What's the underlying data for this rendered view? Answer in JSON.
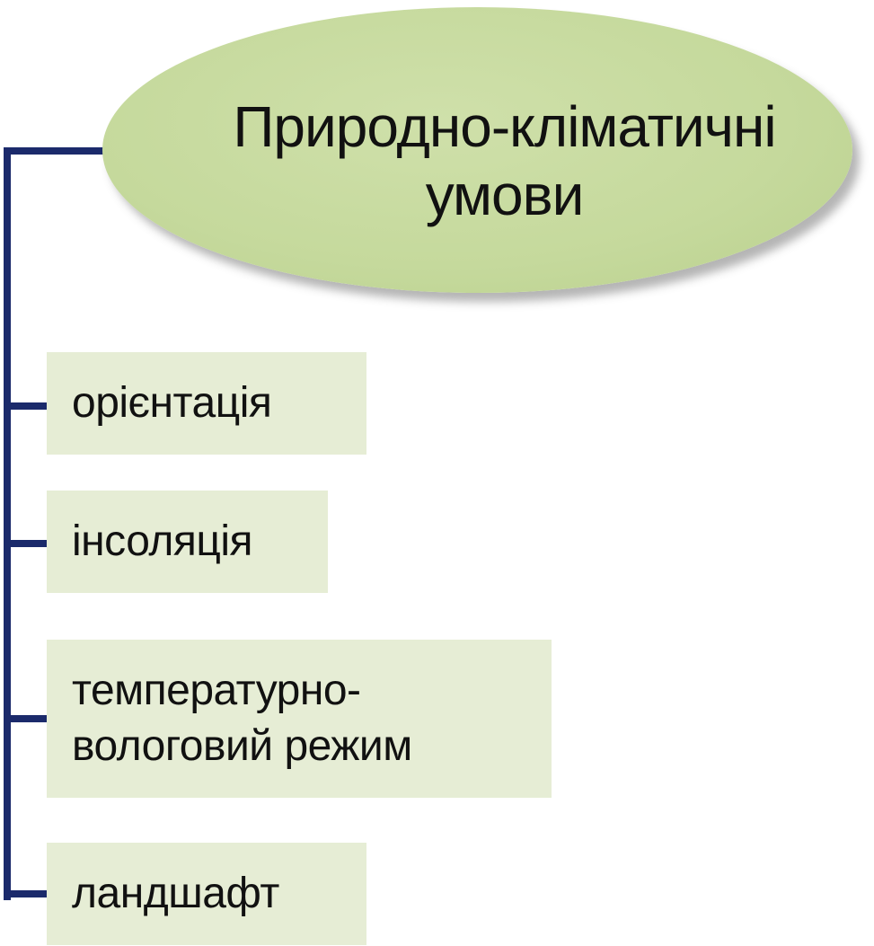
{
  "diagram": {
    "root": {
      "label": "Природно-кліматичні умови",
      "line1": "Природно-кліматичні",
      "line2": "умови"
    },
    "children": [
      {
        "label": "орієнтація"
      },
      {
        "label": "інсоляція"
      },
      {
        "label": "температурно-",
        "label_line2": "вологовий режим"
      },
      {
        "label": "ландшафт"
      }
    ],
    "colors": {
      "connector": "#1b2a6b",
      "ellipse_fill": "#c5d99c",
      "box_fill": "#e6edd5",
      "text": "#111111"
    }
  }
}
